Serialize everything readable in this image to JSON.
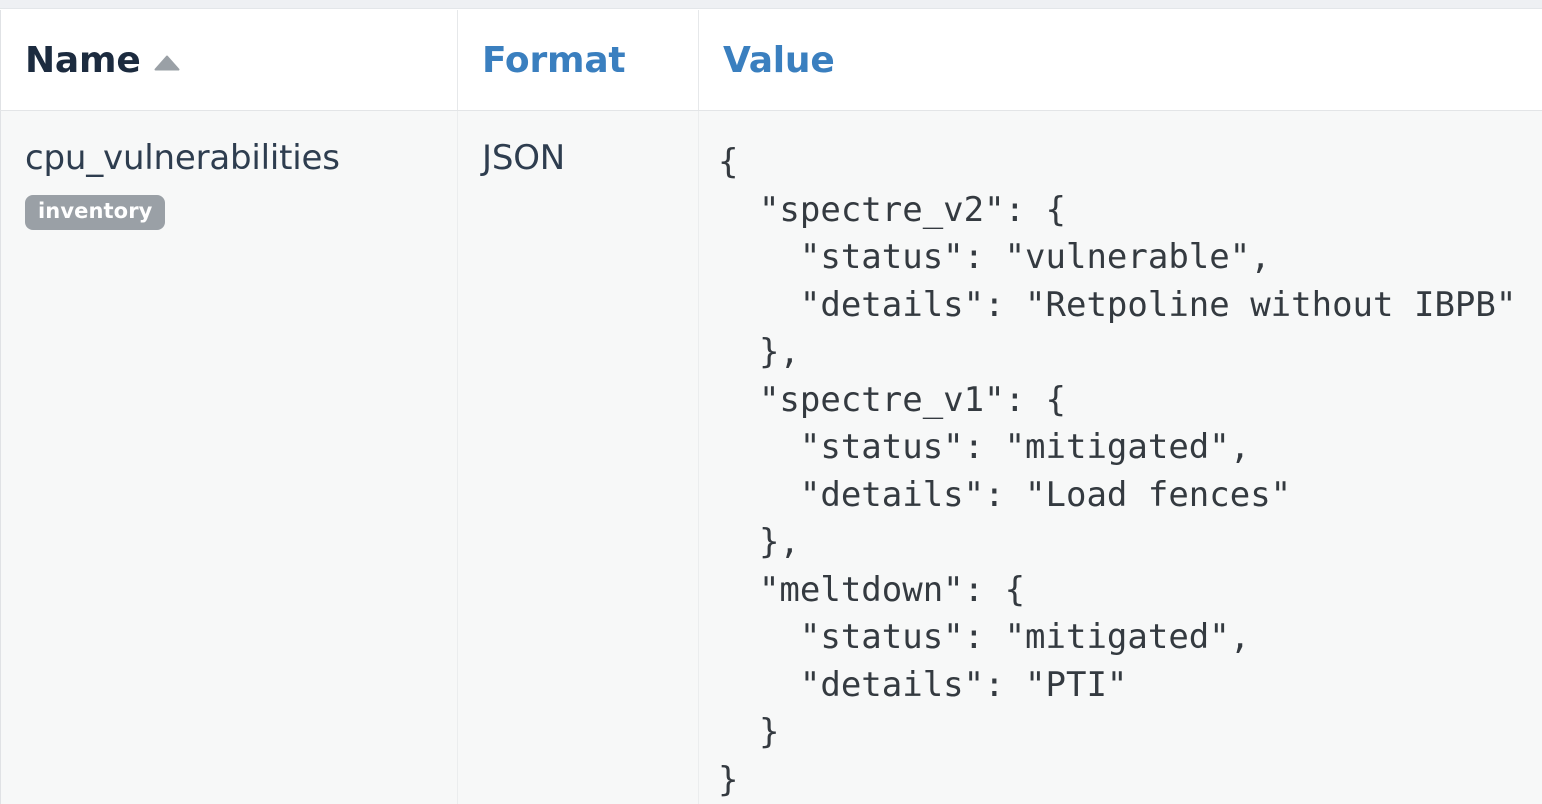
{
  "table": {
    "columns": [
      {
        "key": "name",
        "label": "Name",
        "sorted": true,
        "sort_direction": "ascending",
        "sort_icon": "triangle-up-icon",
        "color": "#1c2b3f"
      },
      {
        "key": "format",
        "label": "Format",
        "sorted": false,
        "color": "#3a7fbf"
      },
      {
        "key": "value",
        "label": "Value",
        "sorted": false,
        "color": "#3a7fbf"
      }
    ],
    "rows": [
      {
        "name": "cpu_vulnerabilities",
        "badge": "inventory",
        "badge_color": "#9aa0a6",
        "format": "JSON",
        "value": "{\n  \"spectre_v2\": {\n    \"status\": \"vulnerable\",\n    \"details\": \"Retpoline without IBPB\"\n  },\n  \"spectre_v1\": {\n    \"status\": \"mitigated\",\n    \"details\": \"Load fences\"\n  },\n  \"meltdown\": {\n    \"status\": \"mitigated\",\n    \"details\": \"PTI\"\n  }\n}"
      }
    ]
  },
  "theme": {
    "header_background": "#ffffff",
    "row_background": "#f7f8f8",
    "border_color": "#e6e8ea",
    "link_color": "#3a7fbf",
    "text_color": "#2e3d4f",
    "mono_text_color": "#343a40",
    "top_strip_color": "#eef0f3"
  }
}
